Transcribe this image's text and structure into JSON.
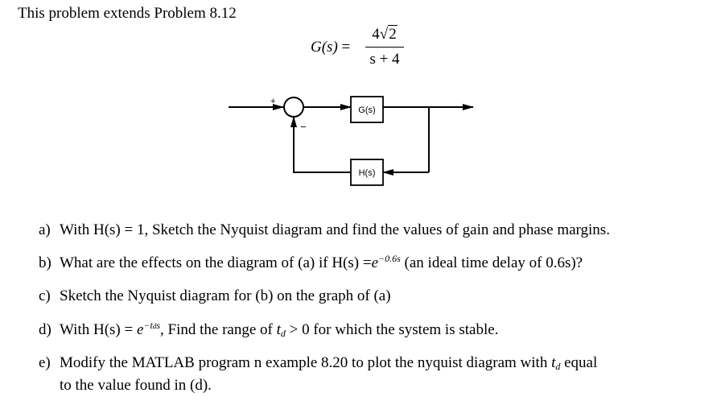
{
  "intro": "This problem extends Problem 8.12",
  "transfer_function": {
    "lhs": "G(s)",
    "equals": "=",
    "num_coef": "4",
    "num_radicand": "2",
    "den": "s + 4"
  },
  "block_diagram": {
    "plus_sign": "+",
    "minus_sign": "−",
    "forward_block": "G(s)",
    "feedback_block": "H(s)"
  },
  "questions": {
    "a": {
      "label": "a)",
      "text": "With H(s) = 1, Sketch the Nyquist diagram and find the values of gain and phase margins."
    },
    "b": {
      "label": "b)",
      "pre": "What are the effects on the diagram of (a) if H(s) =",
      "e": "e",
      "exp": "−0.6s",
      "post": " (an ideal time delay of 0.6s)?"
    },
    "c": {
      "label": "c)",
      "text": "Sketch the Nyquist diagram for (b) on the graph of (a)"
    },
    "d": {
      "label": "d)",
      "pre": "With H(s) = ",
      "e": "e",
      "exp_t": "−t",
      "exp_sub": "d",
      "exp_s": "s",
      "mid": ", Find the range of ",
      "t": "t",
      "t_sub": "d",
      "cond": " > 0 for which the system is stable."
    },
    "e": {
      "label": "e)",
      "pre": "Modify the MATLAB program n example 8.20 to plot the nyquist diagram with ",
      "t": "t",
      "t_sub": "d",
      "post": " equal",
      "line2": "to the value found in (d)."
    }
  }
}
